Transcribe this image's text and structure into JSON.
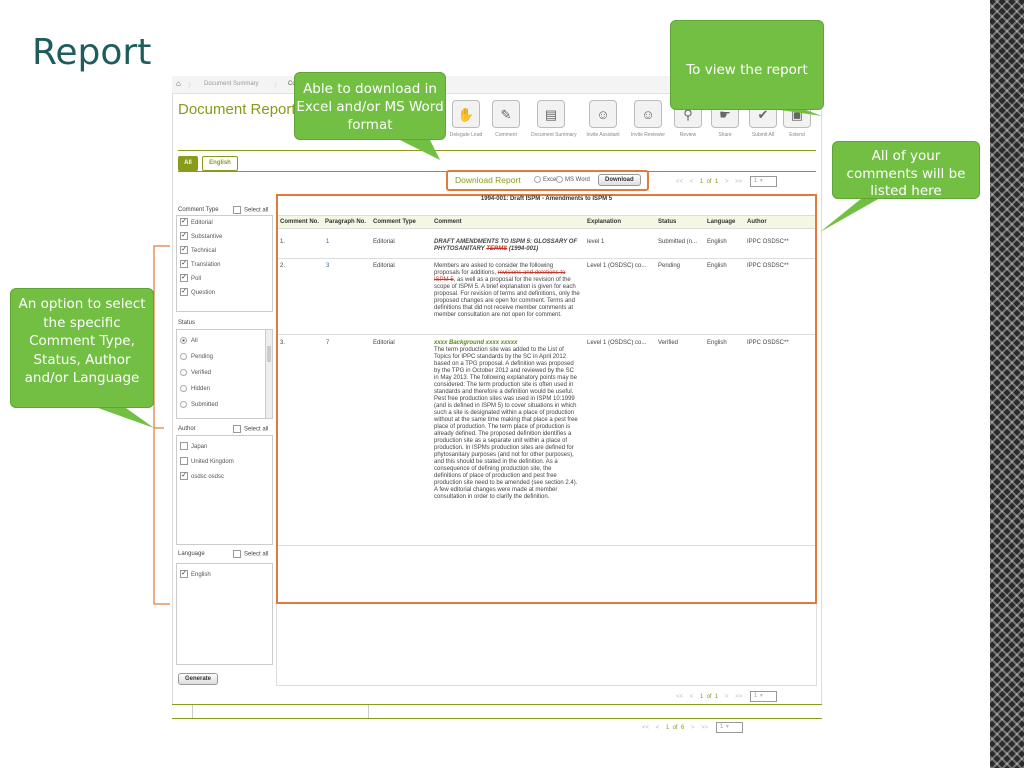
{
  "slide": {
    "title": "Report"
  },
  "breadcrumb": {
    "home_icon": "home-icon",
    "item1": "Document Summary",
    "item2": "Co"
  },
  "app": {
    "title": "Document Report"
  },
  "toolbar": [
    {
      "label": "Delegate Lead",
      "icon": "delegate-icon"
    },
    {
      "label": "Comment",
      "icon": "comment-icon"
    },
    {
      "label": "Document Summary",
      "icon": "document-icon"
    },
    {
      "label": "Invite Assistant",
      "icon": "invite-assistant-icon"
    },
    {
      "label": "Invite Reviewer",
      "icon": "invite-reviewer-icon"
    },
    {
      "label": "Review",
      "icon": "review-icon"
    },
    {
      "label": "Share",
      "icon": "share-icon"
    },
    {
      "label": "Submit All",
      "icon": "submit-all-icon"
    },
    {
      "label": "Extend",
      "icon": "lock-icon"
    }
  ],
  "tabs": [
    {
      "label": "All"
    },
    {
      "label": "English"
    }
  ],
  "download": {
    "label": "Download Report",
    "opt1": "Excel",
    "opt2": "MS Word",
    "button": "Download"
  },
  "pager": {
    "first": "<<",
    "prev": "<",
    "page": "1",
    "of": "of",
    "total": "1",
    "next": ">",
    "last": ">>",
    "select": "1"
  },
  "pager_bottom": {
    "first": "<<",
    "prev": "<",
    "page": "1",
    "of": "of",
    "total": "6",
    "next": ">",
    "last": ">>",
    "select": "1"
  },
  "filters": {
    "comment_type": {
      "title": "Comment Type",
      "select_all": "Select all",
      "items": [
        "Editorial",
        "Substantive",
        "Technical",
        "Translation",
        "Poll",
        "Question"
      ]
    },
    "status": {
      "title": "Status",
      "items": [
        "All",
        "Pending",
        "Verified",
        "Hidden",
        "Submitted"
      ]
    },
    "author": {
      "title": "Author",
      "select_all": "Select all",
      "items": [
        "Japan",
        "United Kingdom",
        "osdsc osdsc"
      ]
    },
    "language": {
      "title": "Language",
      "select_all": "Select all",
      "items": [
        "English"
      ]
    }
  },
  "generate_button": "Generate",
  "table": {
    "caption": "1994-001: Draft ISPM - Amendments to ISPM 5",
    "headers": [
      "Comment No.",
      "Paragraph No.",
      "Comment Type",
      "Comment",
      "Explanation",
      "Status",
      "Language",
      "Author"
    ],
    "rows": [
      {
        "no": "1.",
        "para": "1",
        "type": "Editorial",
        "comment_a": "DRAFT AMENDMENTS TO ISPM 5: GLOSSARY OF PHYTOSANITARY ",
        "comment_strike": "TERMS",
        "comment_b": " (1994-001)",
        "explanation": "level 1",
        "status": "Submitted (n...",
        "language": "English",
        "author": "IPPC OSDSC**"
      },
      {
        "no": "2.",
        "para": "3",
        "type": "Editorial",
        "comment_a": "Members are asked to consider the following proposals for additions, ",
        "comment_strike": "revisions and deletions to ISPM 5",
        "comment_b": ", as well as a proposal for the revision of the scope of ISPM 5. A brief explanation is given for each proposal. For revision of terms and definitions, only the proposed changes are open for comment. Terms and definitions that did not receive member comments at member consultation are not open for comment.",
        "explanation": "Level 1 (OSDSC) co...",
        "status": "Pending",
        "language": "English",
        "author": "IPPC OSDSC**"
      },
      {
        "no": "3.",
        "para": "7",
        "type": "Editorial",
        "comment_head": "xxxx Background xxxx xxxxx",
        "comment_b": "The term production site was added to the List of Topics for IPPC standards by the SC in April 2012 based on a TPG proposal. A definition was proposed by the TPG in October 2012 and reviewed by the SC in May 2013. The following explanatory points may be considered: The term production site is often used in standards and therefore a definition would be useful. Pest free production sites was used in ISPM 10:1999 (and is defined in ISPM 5) to cover situations in which such a site is designated within a place of production without at the same time making that place a pest free place of production. The term place of production is already defined. The proposed definition identifies a production site as a separate unit within a place of production. In ISPMs production sites are defined for phytosanitary purposes (and not for other purposes), and this should be stated in the definition. As a consequence of defining production site, the definitions of place of production and pest free production site need to be amended (see section 2.4). A few editorial changes were made at member consultation in order to clarify the definition.",
        "explanation": "Level 1 (OSDSC) co...",
        "status": "Verified",
        "language": "English",
        "author": "IPPC OSDSC**"
      }
    ]
  },
  "callouts": {
    "download": "Able to download in Excel and/or MS Word format",
    "view": "To view the report",
    "comments": "All of your comments will be listed here",
    "filters": "An option to select the specific Comment Type, Status, Author and/or Language"
  },
  "colors": {
    "accent": "#8a9a1b",
    "callout": "#72bf44",
    "highlight": "#e07a3a",
    "title": "#1f5c5c"
  }
}
